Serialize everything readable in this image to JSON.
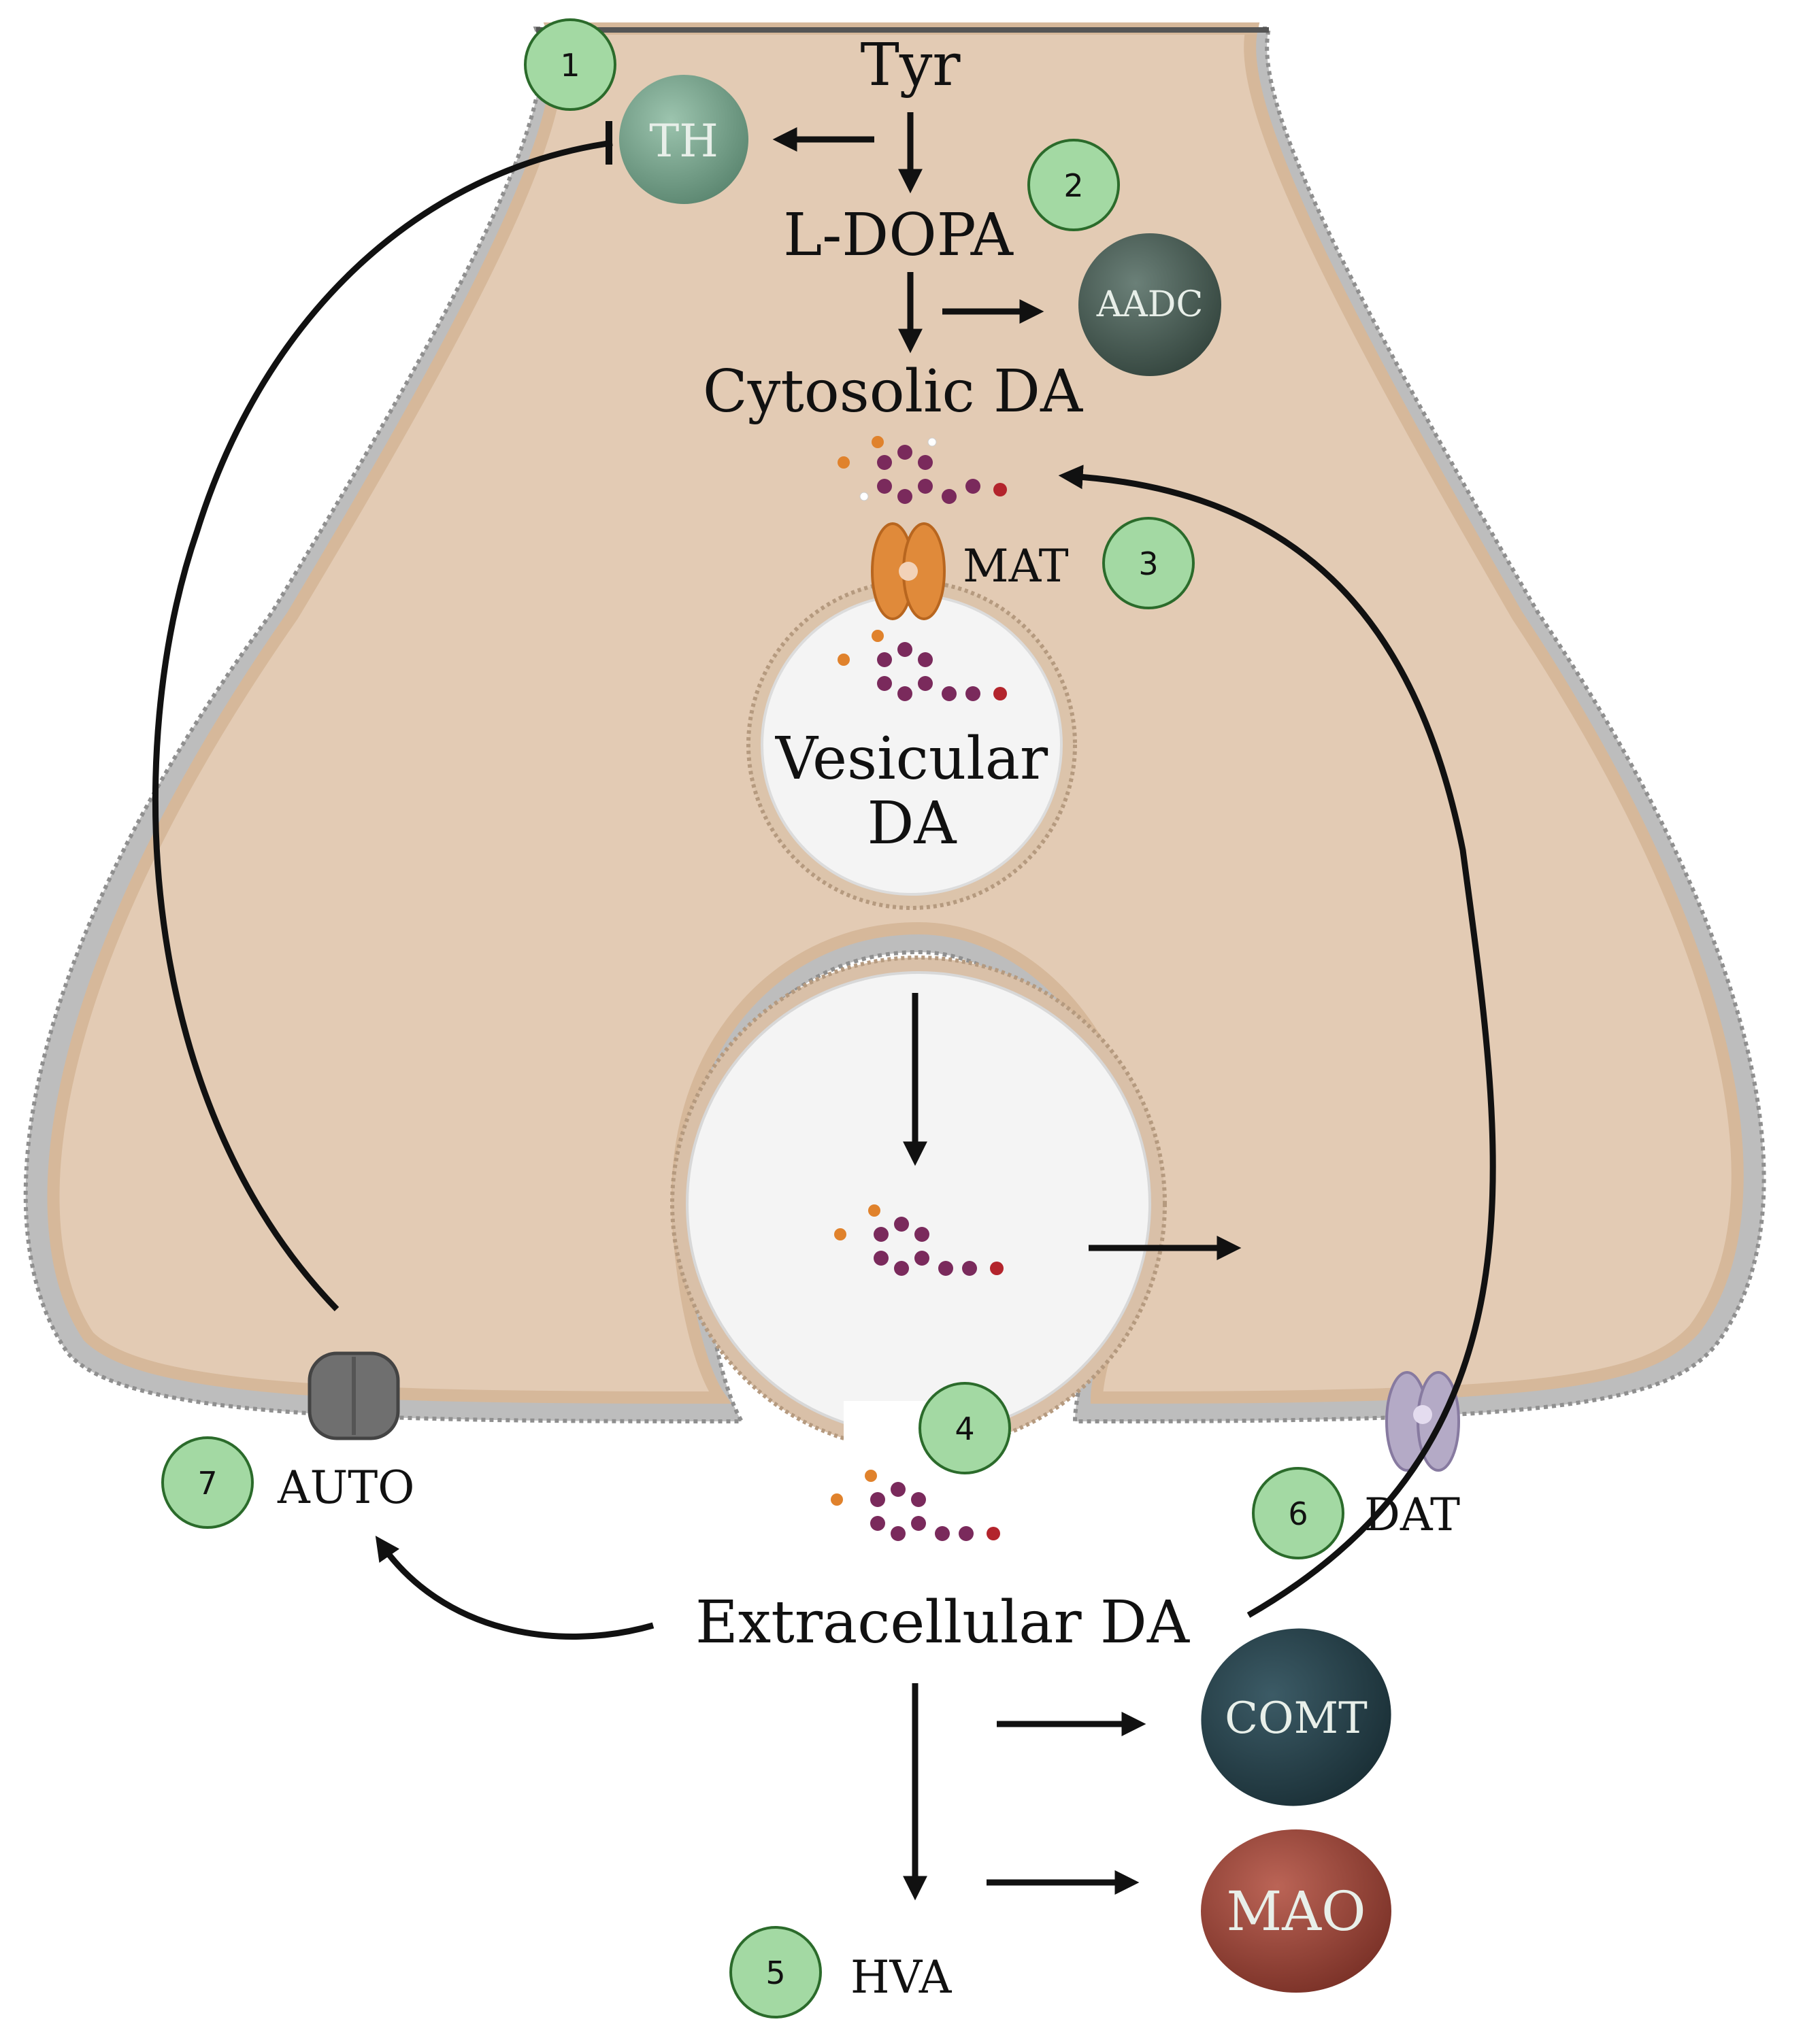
{
  "labels": {
    "tyr": "Tyr",
    "ldopa": "L-DOPA",
    "cytosolic": "Cytosolic DA",
    "vesicular_line1": "Vesicular",
    "vesicular_line2": "DA",
    "mat": "MAT",
    "auto": "AUTO",
    "dat": "DAT",
    "extracellular": "Extracellular DA",
    "hva": "HVA"
  },
  "enzymes": {
    "th": "TH",
    "aadc": "AADC",
    "comt": "COMT",
    "mao": "MAO"
  },
  "badges": [
    "1",
    "2",
    "3",
    "4",
    "5",
    "6",
    "7"
  ],
  "colors": {
    "cytoplasm": "#e3cbb4",
    "membrane_head": "#9e9e9e",
    "badge_fill": "#a3d9a3",
    "badge_stroke": "#2b6b2b",
    "th": "#6f9a84",
    "aadc": "#44574f",
    "comt": "#24404a",
    "mao": "#9a4438",
    "mat": "#e08a3a",
    "dat": "#b4aac6",
    "auto": "#6f6f6f",
    "molecule_ring": "#7a2a5c",
    "molecule_oxygen": "#e0822c",
    "molecule_nitrogen": "#b3242c"
  }
}
